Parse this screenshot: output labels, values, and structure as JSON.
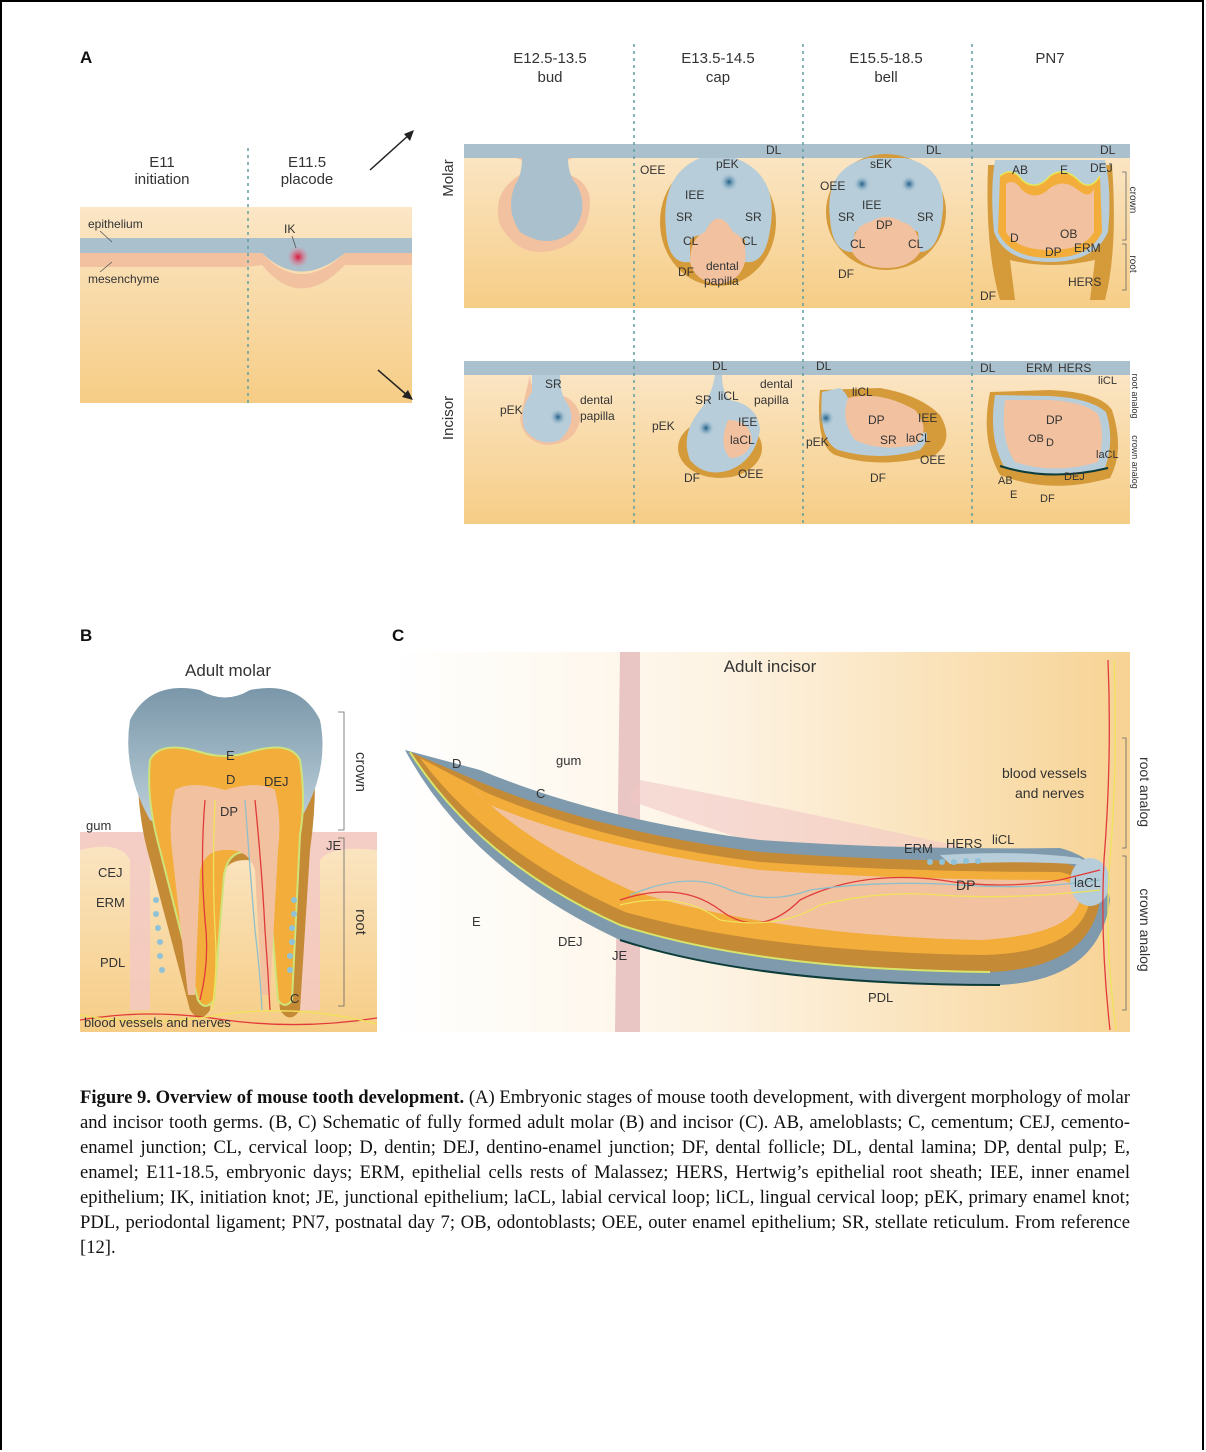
{
  "panels": {
    "a": "A",
    "b": "B",
    "c": "C"
  },
  "panel_a": {
    "stages": [
      {
        "code": "E11",
        "name": "initiation"
      },
      {
        "code": "E11.5",
        "name": "placode"
      },
      {
        "code": "E12.5-13.5",
        "name": "bud"
      },
      {
        "code": "E13.5-14.5",
        "name": "cap"
      },
      {
        "code": "E15.5-18.5",
        "name": "bell"
      },
      {
        "code": "PN7",
        "name": ""
      }
    ],
    "rows": {
      "molar": "Molar",
      "incisor": "Incisor"
    },
    "init_labels": {
      "epithelium": "epithelium",
      "mesenchyme": "mesenchyme",
      "ik": "IK"
    },
    "molar_cap": {
      "oee": "OEE",
      "pek": "pEK",
      "dl": "DL",
      "iee": "IEE",
      "sr1": "SR",
      "sr2": "SR",
      "cl1": "CL",
      "cl2": "CL",
      "df": "DF",
      "dp1": "dental",
      "dp2": "papilla"
    },
    "molar_bell": {
      "sek": "sEK",
      "dl": "DL",
      "oee": "OEE",
      "iee": "IEE",
      "sr1": "SR",
      "dp": "DP",
      "sr2": "SR",
      "cl1": "CL",
      "cl2": "CL",
      "df": "DF"
    },
    "molar_pn7": {
      "dl": "DL",
      "ab": "AB",
      "e": "E",
      "dej": "DEJ",
      "crown": "crown",
      "d": "D",
      "ob": "OB",
      "dp": "DP",
      "erm": "ERM",
      "root": "root",
      "hers": "HERS",
      "df": "DF"
    },
    "incisor_bud": {
      "sr": "SR",
      "pek": "pEK",
      "dp1": "dental",
      "dp2": "papilla"
    },
    "incisor_cap": {
      "dl": "DL",
      "dp1": "dental",
      "dp2": "papilla",
      "sr": "SR",
      "licl": "liCL",
      "pek": "pEK",
      "iee": "IEE",
      "lacl": "laCL",
      "df": "DF",
      "oee": "OEE"
    },
    "incisor_bell": {
      "dl": "DL",
      "licl": "liCL",
      "dp": "DP",
      "iee": "IEE",
      "pek": "pEK",
      "sr": "SR",
      "lacl": "laCL",
      "oee": "OEE",
      "df": "DF"
    },
    "incisor_pn7": {
      "dl": "DL",
      "erm": "ERM",
      "hers": "HERS",
      "licl": "liCL",
      "dp": "DP",
      "root_analog": "root analog",
      "ob": "OB",
      "d": "D",
      "lacl": "laCL",
      "crown_analog": "crown analog",
      "ab": "AB",
      "dej": "DEJ",
      "e": "E",
      "df": "DF"
    }
  },
  "panel_b": {
    "title": "Adult molar",
    "labels": {
      "e": "E",
      "d": "D",
      "dej": "DEJ",
      "dp": "DP",
      "crown": "crown",
      "gum": "gum",
      "je": "JE",
      "cej": "CEJ",
      "erm": "ERM",
      "root": "root",
      "pdl": "PDL",
      "c": "C",
      "vessels": "blood vessels and nerves"
    }
  },
  "panel_c": {
    "title": "Adult incisor",
    "labels": {
      "d": "D",
      "gum": "gum",
      "c": "C",
      "vessels1": "blood vessels",
      "vessels2": "and nerves",
      "root_analog": "root analog",
      "erm": "ERM",
      "hers": "HERS",
      "licl": "liCL",
      "lacl": "laCL",
      "dp": "DP",
      "crown_analog": "crown analog",
      "e": "E",
      "dej": "DEJ",
      "je": "JE",
      "pdl": "PDL"
    }
  },
  "caption": {
    "title": "Figure 9. Overview of mouse tooth development.",
    "body": " (A) Embryonic stages of mouse tooth development, with divergent morphology of molar and incisor tooth germs. (B, C) Schematic of fully formed adult molar (B) and incisor (C). AB, ameloblasts; C, cementum; CEJ, cemento-enamel junction; CL, cervical loop; D, dentin; DEJ, dentino-enamel junction; DF, dental follicle; DL, dental lamina; DP, dental pulp; E, enamel; E11-18.5, embryonic days; ERM, epithelial cells rests of Malassez; HERS, Hertwig’s epithelial root sheath; IEE, inner enamel epithelium; IK, initiation knot; JE, junctional epithelium; laCL, labial cervical loop; liCL, lingual cervical loop; pEK, primary enamel knot; PDL, periodontal ligament; PN7, postnatal day 7; OB, odontoblasts; OEE, outer enamel epithelium; SR, stellate reticulum. From reference [12]."
  }
}
